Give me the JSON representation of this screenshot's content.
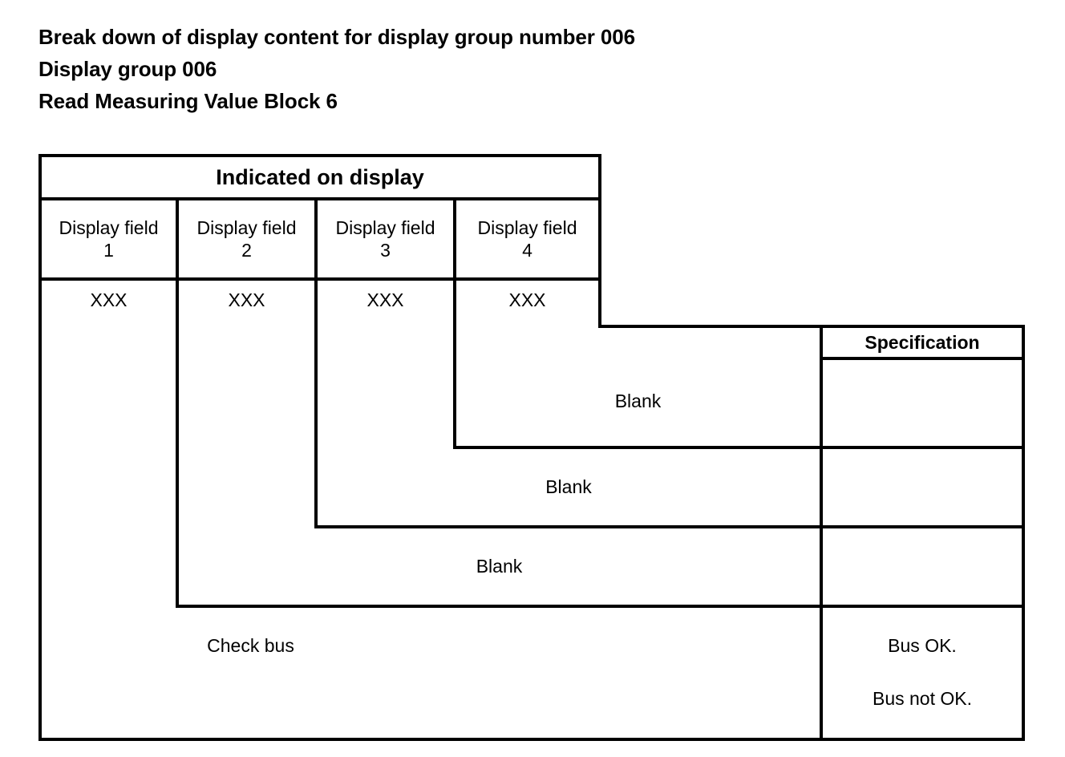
{
  "document": {
    "title_lines": [
      "Break down of display content for display group number 006",
      "Display group 006",
      "Read Measuring Value Block 6"
    ]
  },
  "table": {
    "group_header": "Indicated on display",
    "spec_header": "Specification",
    "display_fields": [
      {
        "label": "Display field",
        "number": "1",
        "value": "XXX"
      },
      {
        "label": "Display field",
        "number": "2",
        "value": "XXX"
      },
      {
        "label": "Display field",
        "number": "3",
        "value": "XXX"
      },
      {
        "label": "Display field",
        "number": "4",
        "value": "XXX"
      }
    ],
    "rows": [
      {
        "description": "Blank",
        "specification": ""
      },
      {
        "description": "Blank",
        "specification": ""
      },
      {
        "description": "Blank",
        "specification": ""
      },
      {
        "description": "Check bus",
        "specification_lines": [
          "Bus OK.",
          "Bus not OK."
        ]
      }
    ],
    "check_bus_spec_ok": "Bus OK.",
    "check_bus_spec_not_ok": "Bus not OK."
  },
  "style": {
    "ink": "#000000",
    "paper": "#ffffff"
  }
}
